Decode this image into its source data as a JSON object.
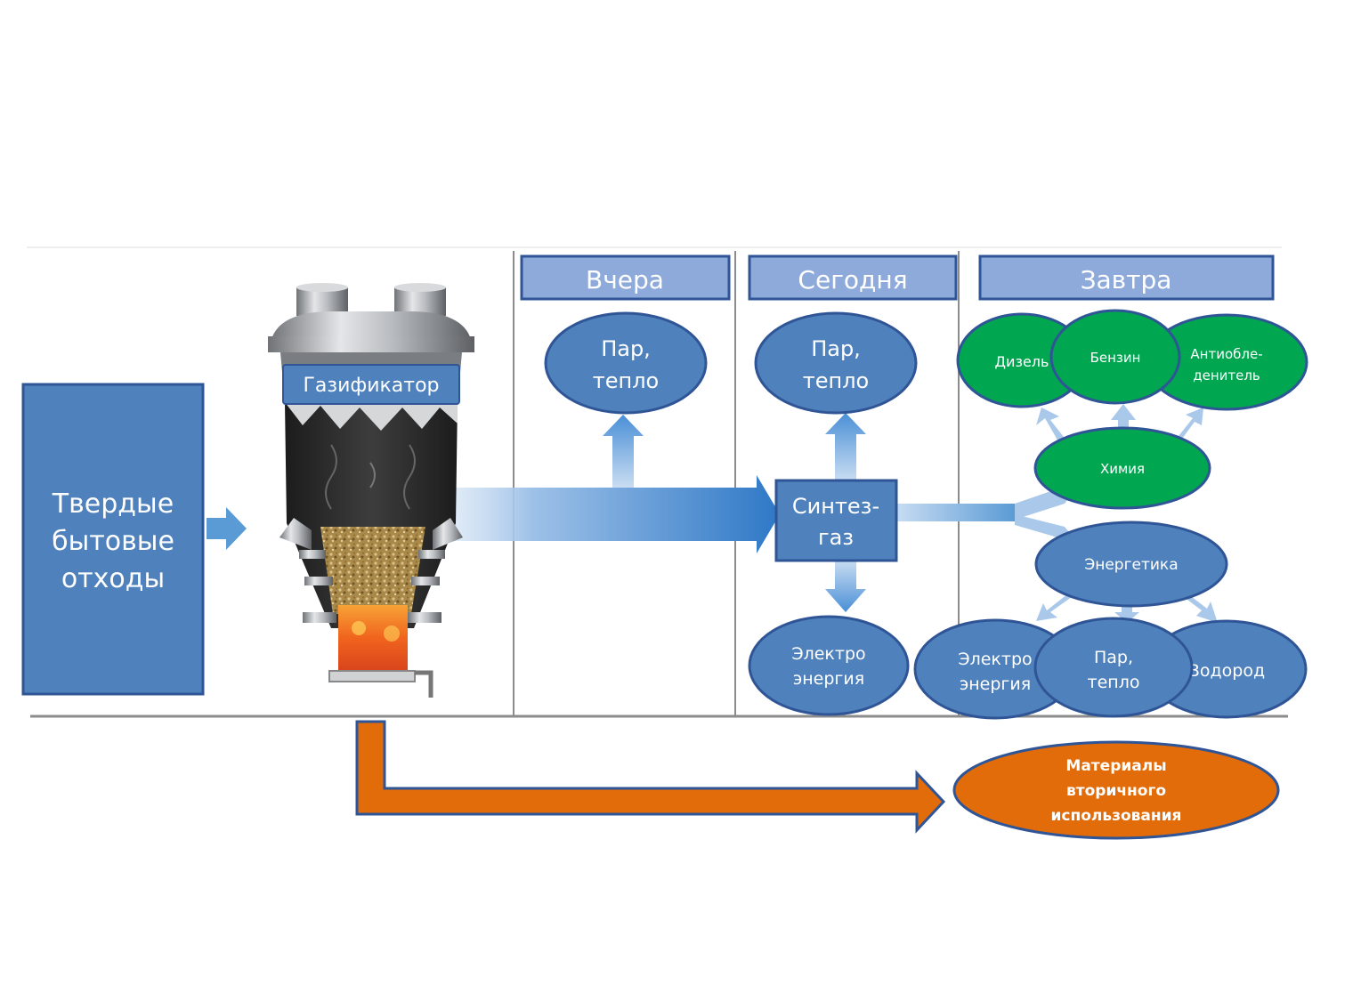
{
  "waste_box": {
    "lines": [
      "Твердые",
      "бытовые",
      "отходы"
    ]
  },
  "gasifier": {
    "label": "Газификатор"
  },
  "columns": {
    "yesterday": {
      "label": "Вчера"
    },
    "today": {
      "label": "Сегодня"
    },
    "tomorrow": {
      "label": "Завтра"
    }
  },
  "yesterday": {
    "steam_heat": [
      "Пар,",
      "тепло"
    ]
  },
  "today": {
    "steam_heat": [
      "Пар,",
      "тепло"
    ],
    "syngas": [
      "Синтез-",
      "газ"
    ],
    "electricity": [
      "Электро",
      "энергия"
    ]
  },
  "tomorrow": {
    "diesel": "Дизель",
    "gasoline": "Бензин",
    "antifreeze": [
      "Антиобле-",
      "денитель"
    ],
    "chemistry": "Химия",
    "energy": "Энергетика",
    "electricity": [
      "Электро",
      "энергия"
    ],
    "steam_heat": [
      "Пар,",
      "тепло"
    ],
    "hydrogen": "Водород"
  },
  "recycled": {
    "lines": [
      "Материалы",
      "вторичного",
      "использования"
    ]
  },
  "colors": {
    "blue": "#4f81bd",
    "blue_dark": "#2f5596",
    "header_fill": "#8eaadb",
    "green": "#00a650",
    "orange": "#e36c0a",
    "arrow_blue": "#5b9bd5"
  }
}
